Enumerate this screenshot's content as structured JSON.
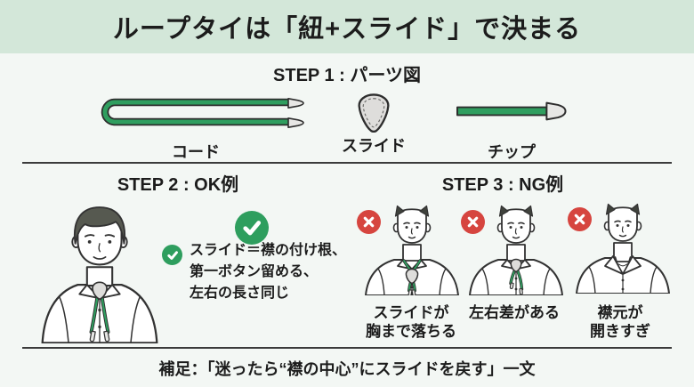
{
  "colors": {
    "header_bg": "#d3e7d9",
    "body_bg": "#f3f7f4",
    "accent_green": "#2e9e5e",
    "cord_green": "#2f9e5f",
    "ng_red": "#d6453f",
    "outline_dark": "#333333",
    "metal_gray": "#dedddb"
  },
  "header": {
    "title": "ループタイは「紐+スライド」で決まる"
  },
  "step1": {
    "title": "STEP 1 : パーツ図",
    "parts": [
      {
        "name": "cord",
        "label": "コード"
      },
      {
        "name": "slide",
        "label": "スライド"
      },
      {
        "name": "tip",
        "label": "チップ"
      }
    ]
  },
  "step2": {
    "title": "STEP 2 : OK例",
    "check_lines": [
      "スライド＝襟の付け根、",
      "第一ボタン留める、",
      "左右の長さ同じ"
    ]
  },
  "step3": {
    "title": "STEP 3 : NG例",
    "ng_items": [
      {
        "caption_line1": "スライドが",
        "caption_line2": "胸まで落ちる"
      },
      {
        "caption_line1": "左右差がある",
        "caption_line2": ""
      },
      {
        "caption_line1": "襟元が",
        "caption_line2": "開きすぎ"
      }
    ]
  },
  "footer": {
    "note": "補足：「迷ったら“襟の中心”にスライドを戻す」一文"
  }
}
